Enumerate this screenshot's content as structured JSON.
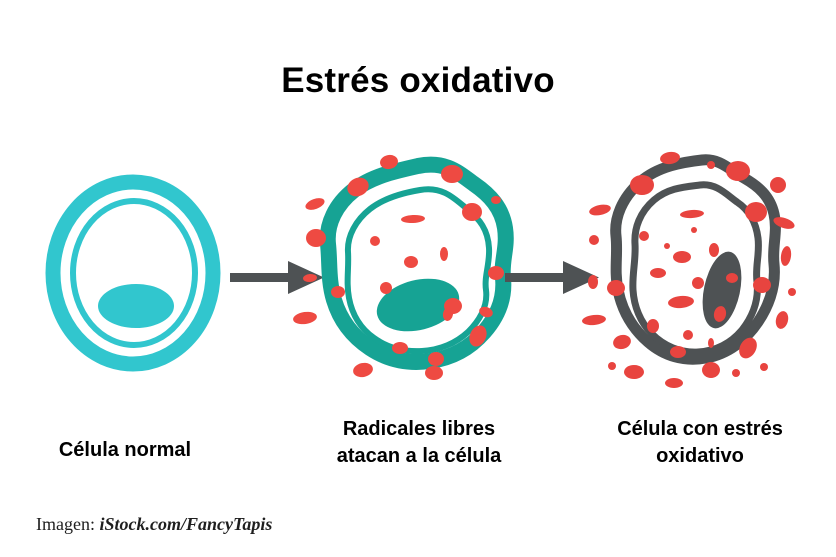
{
  "title": "Estrés oxidativo",
  "credit": {
    "prefix": "Imagen:",
    "source": "iStock.com/FancyTapis"
  },
  "colors": {
    "teal_light": "#31c6ce",
    "teal_dark": "#16a394",
    "red": "#ee4a42",
    "gray": "#4e5254",
    "arrow": "#4e5254",
    "background": "#ffffff",
    "text": "#000000"
  },
  "stages": [
    {
      "id": "celula-normal",
      "caption_lines": [
        "Célula normal"
      ],
      "membrane_color": "#31c6ce",
      "nucleus_color": "#31c6ce",
      "membrane_style": "smooth-double-ring",
      "radical_count": 0
    },
    {
      "id": "radicales-libres",
      "caption_lines": [
        "Radicales libres",
        "atacan a la célula"
      ],
      "membrane_color": "#16a394",
      "nucleus_color": "#16a394",
      "membrane_style": "wavy-thick-double-ring",
      "radical_count": 24
    },
    {
      "id": "celula-estres-oxidativo",
      "caption_lines": [
        "Célula con estrés",
        "oxidativo"
      ],
      "membrane_color": "#4e5254",
      "nucleus_color": "#4e5254",
      "membrane_style": "irregular-thin-double-ring",
      "radical_count": 48
    }
  ],
  "arrows": [
    {
      "id": "arrow-stage1-to-stage2",
      "direction": "right",
      "color": "#4e5254"
    },
    {
      "id": "arrow-stage2-to-stage3",
      "direction": "right",
      "color": "#4e5254"
    }
  ]
}
